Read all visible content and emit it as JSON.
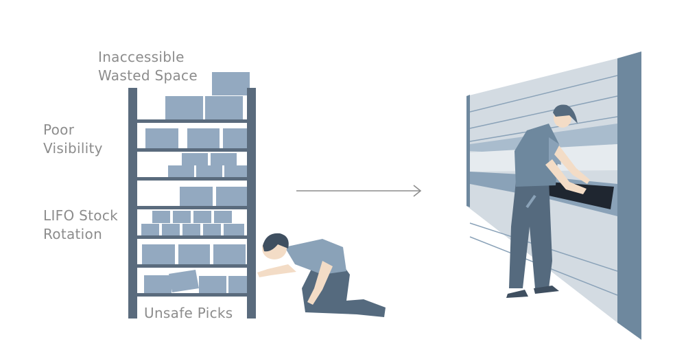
{
  "labels": {
    "inaccessible_line1": "Inaccessible",
    "inaccessible_line2": "Wasted Space",
    "visibility_line1": "Poor",
    "visibility_line2": "Visibility",
    "lifo_line1": "LIFO Stock",
    "lifo_line2": "Rotation",
    "unsafe": "Unsafe Picks"
  },
  "colors": {
    "frame": "#5a6b7d",
    "box": "#93a9c0",
    "text": "#8c8c8c",
    "arrow": "#8c8c8c",
    "machine_panel": "#6e889e",
    "machine_face": "#d3dbe2",
    "worker_dark": "#556a7e",
    "worker_shirt": "#8aa2b8",
    "skin": "#f3dcc6"
  },
  "icons": [
    "static-shelving-illustration",
    "kneeling-worker-illustration",
    "arrow-right-icon",
    "vertical-lift-module-illustration",
    "standing-worker-illustration"
  ]
}
